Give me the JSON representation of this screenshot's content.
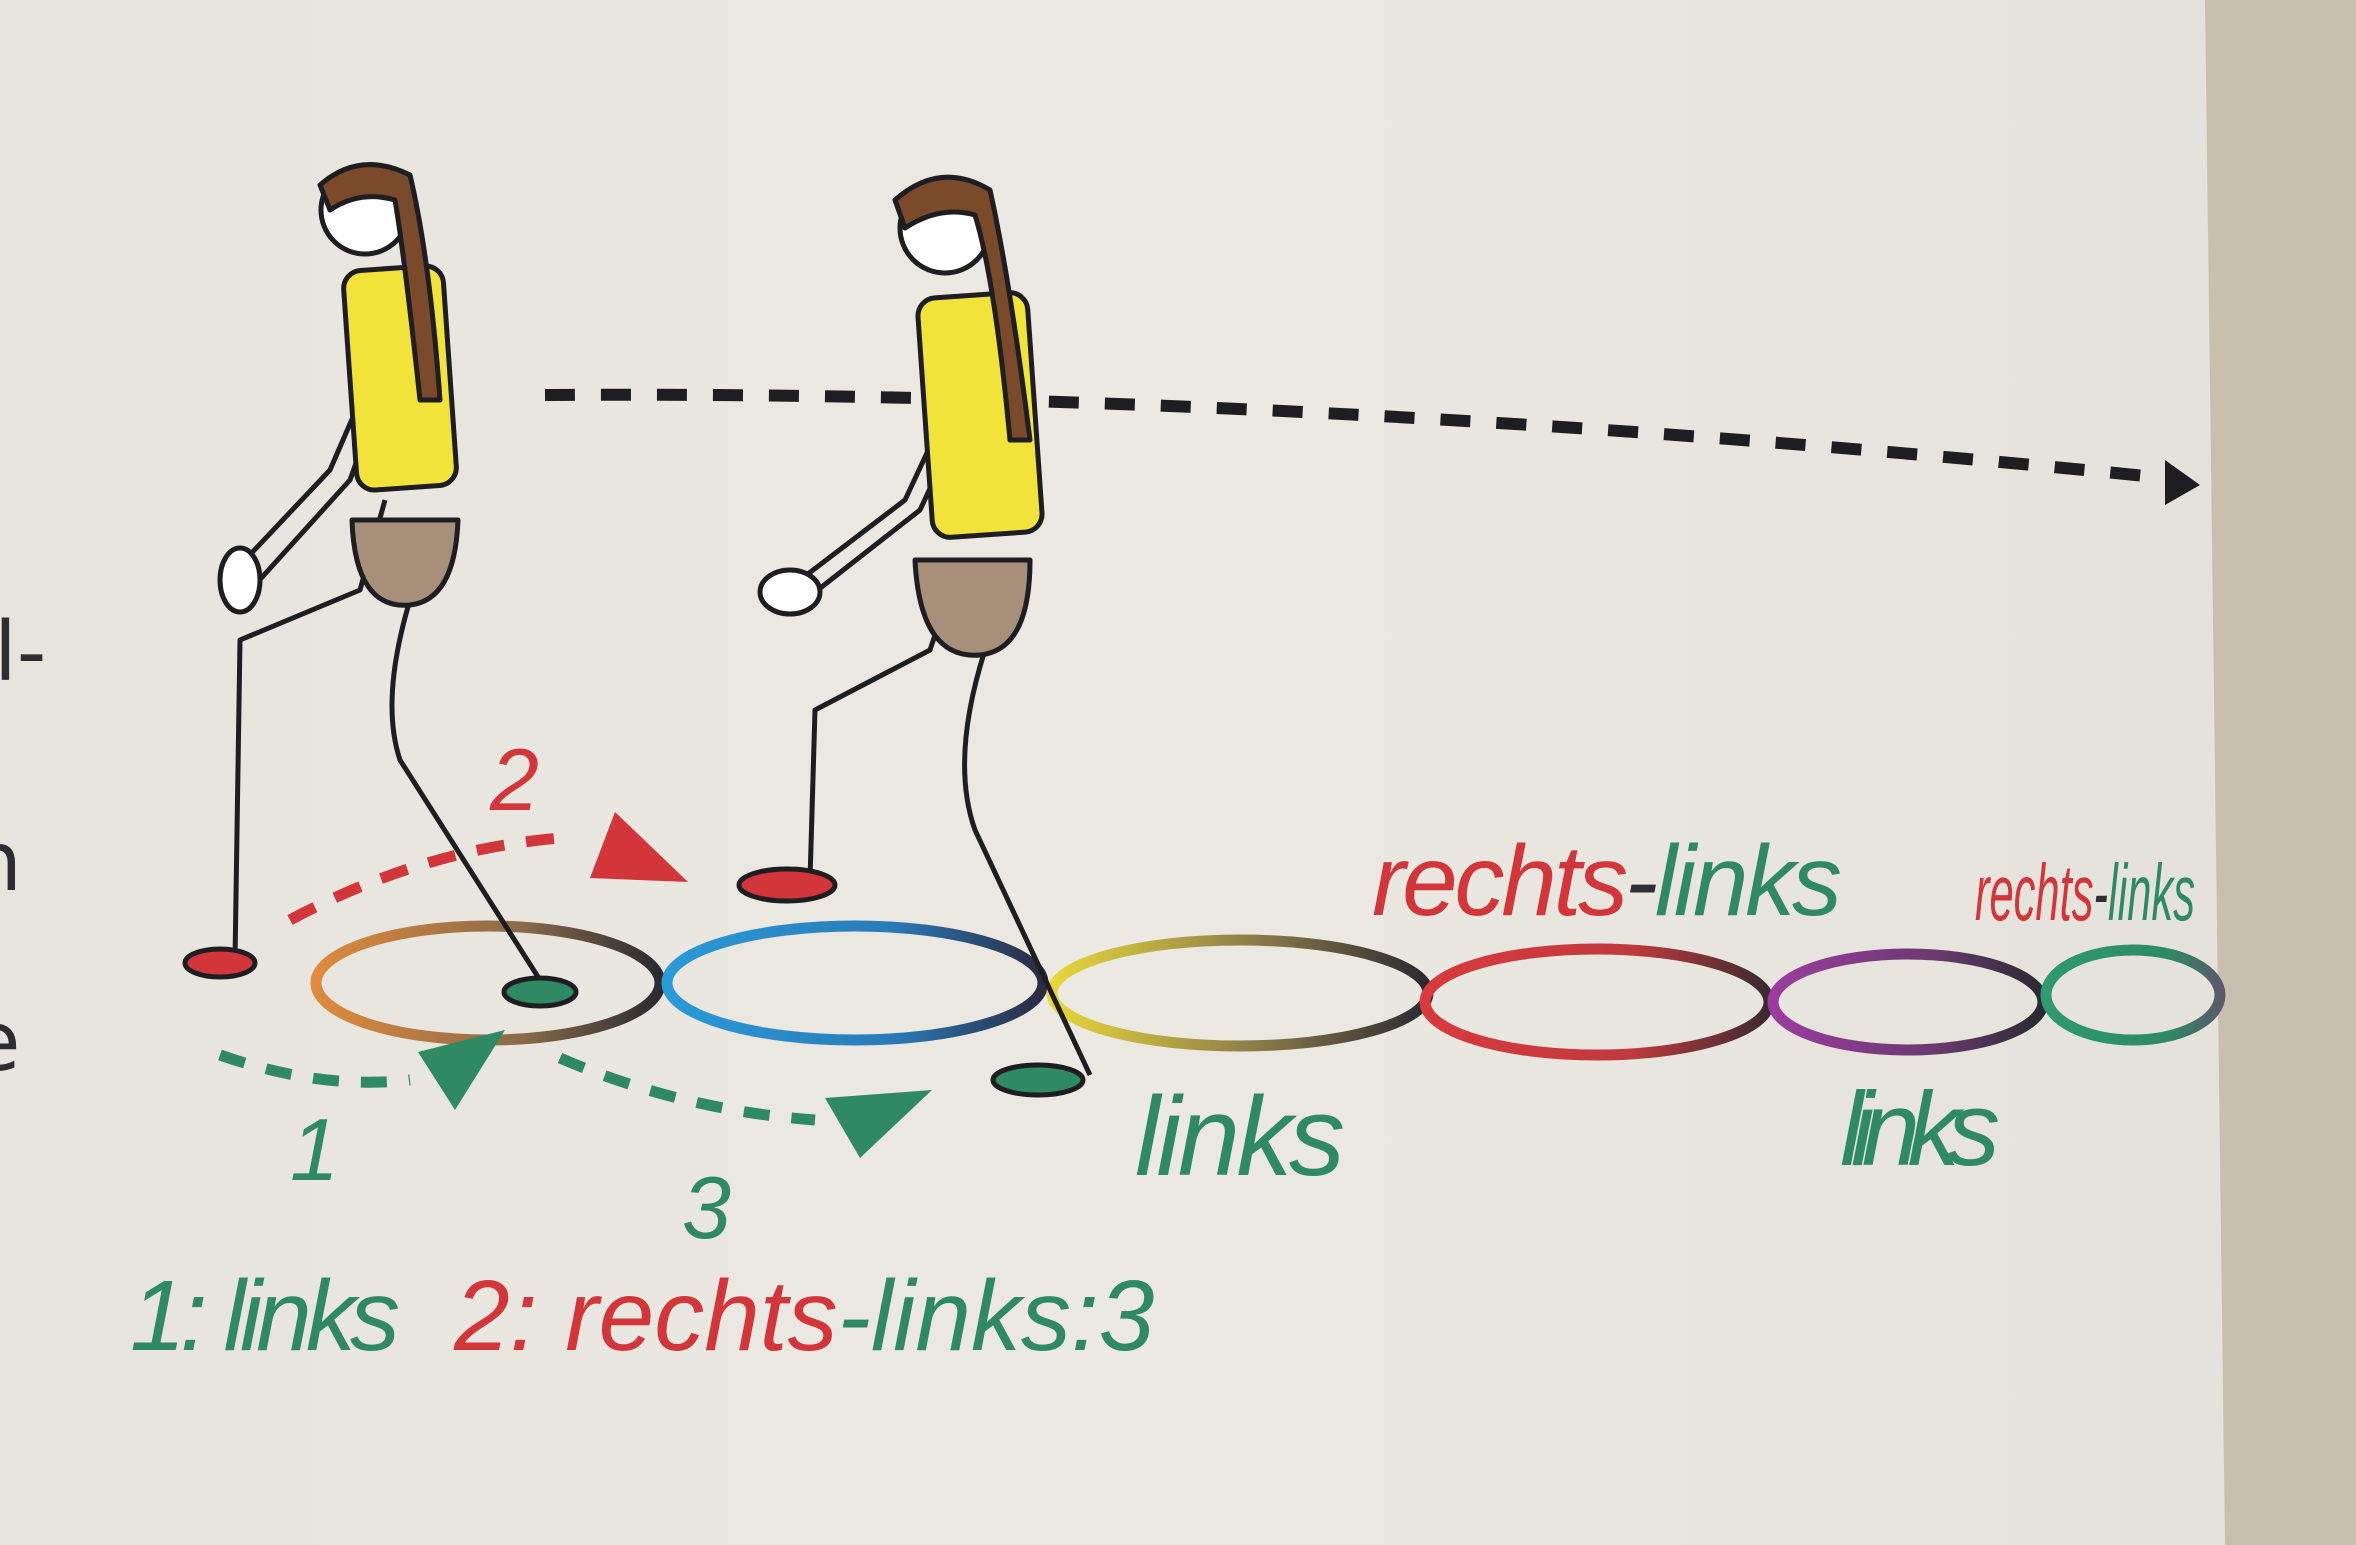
{
  "margin_text": [
    "l-",
    "n",
    "e"
  ],
  "step_numbers": {
    "one": "1",
    "two": "2",
    "three": "3"
  },
  "hoop_labels": {
    "links_1": "links",
    "rechts_links_1": {
      "rechts": "rechts",
      "dash": "-",
      "links": "links"
    },
    "links_2": "links",
    "rechts_links_2": {
      "rechts": "rechts",
      "dash": "-",
      "links": "links"
    }
  },
  "caption": {
    "part1": "1: links",
    "part2": "2: rechts",
    "part3": "-links:3"
  },
  "colors": {
    "page": "#e9e7de",
    "page_edge": "#c9bfae",
    "red": "#d2353a",
    "green": "#2f8a63",
    "yellow": "#f1e33a",
    "shorts": "#a88f7a",
    "hair": "#7a4a2a",
    "hoops": [
      "#e08a3c",
      "#2a9ad8",
      "#e7d83a",
      "#d83a3e",
      "#9a3c9e",
      "#2e9a6e"
    ]
  }
}
